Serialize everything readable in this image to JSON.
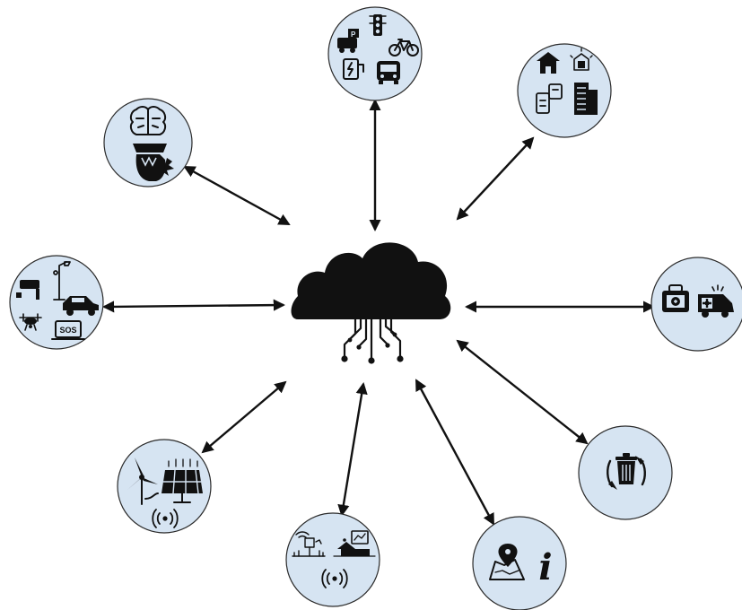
{
  "diagram": {
    "hub": {
      "icon": "cloud-circuit-icon"
    },
    "nodes": [
      {
        "id": "ai",
        "icons": [
          "brain-icon",
          "police-officer-head-icon"
        ]
      },
      {
        "id": "transport",
        "icons": [
          "traffic-light-icon",
          "parking-truck-icon",
          "bicycle-icon",
          "ev-charger-icon",
          "bus-icon"
        ]
      },
      {
        "id": "buildings",
        "icons": [
          "house-icon",
          "smart-home-icon",
          "smart-building-icon",
          "skyscraper-icon"
        ]
      },
      {
        "id": "security",
        "icons": [
          "cctv-camera-icon",
          "street-light-icon",
          "police-car-icon",
          "drone-icon",
          "sos-screen-icon"
        ],
        "sos_label": "SOS"
      },
      {
        "id": "health",
        "icons": [
          "first-aid-kit-icon",
          "ambulance-icon"
        ]
      },
      {
        "id": "energy",
        "icons": [
          "wind-turbine-icon",
          "solar-panel-icon",
          "wireless-signal-icon"
        ]
      },
      {
        "id": "environment",
        "icons": [
          "weather-station-icon",
          "agriculture-sensor-icon",
          "wireless-signal-icon"
        ]
      },
      {
        "id": "tourism",
        "icons": [
          "map-pin-icon",
          "information-icon"
        ],
        "info_label": "i"
      },
      {
        "id": "waste",
        "icons": [
          "recycle-bin-icon"
        ]
      }
    ]
  }
}
